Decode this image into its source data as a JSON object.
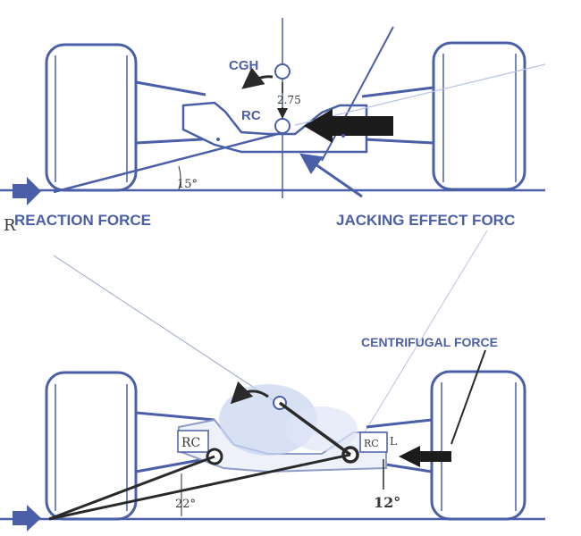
{
  "top_diagram": {
    "cgh_label": "CGH",
    "rc_label": "RC",
    "dimension": "2.75",
    "angle": "15°",
    "reaction_force": "REACTION FORCE",
    "reaction_force_prefix": "R",
    "jacking_effect": "JACKING EFFECT FORC"
  },
  "bottom_diagram": {
    "centrifugal_force": "CENTRIFUGAL FORCE",
    "rc_left": "RC",
    "rc_right": "RC",
    "rc_right_suffix": "L",
    "angle_left": "22°",
    "angle_right": "12°"
  },
  "colors": {
    "blueprint": "#4a5fa8",
    "blueprint_light": "#b9c2e2",
    "ink": "#2a2a2a"
  }
}
